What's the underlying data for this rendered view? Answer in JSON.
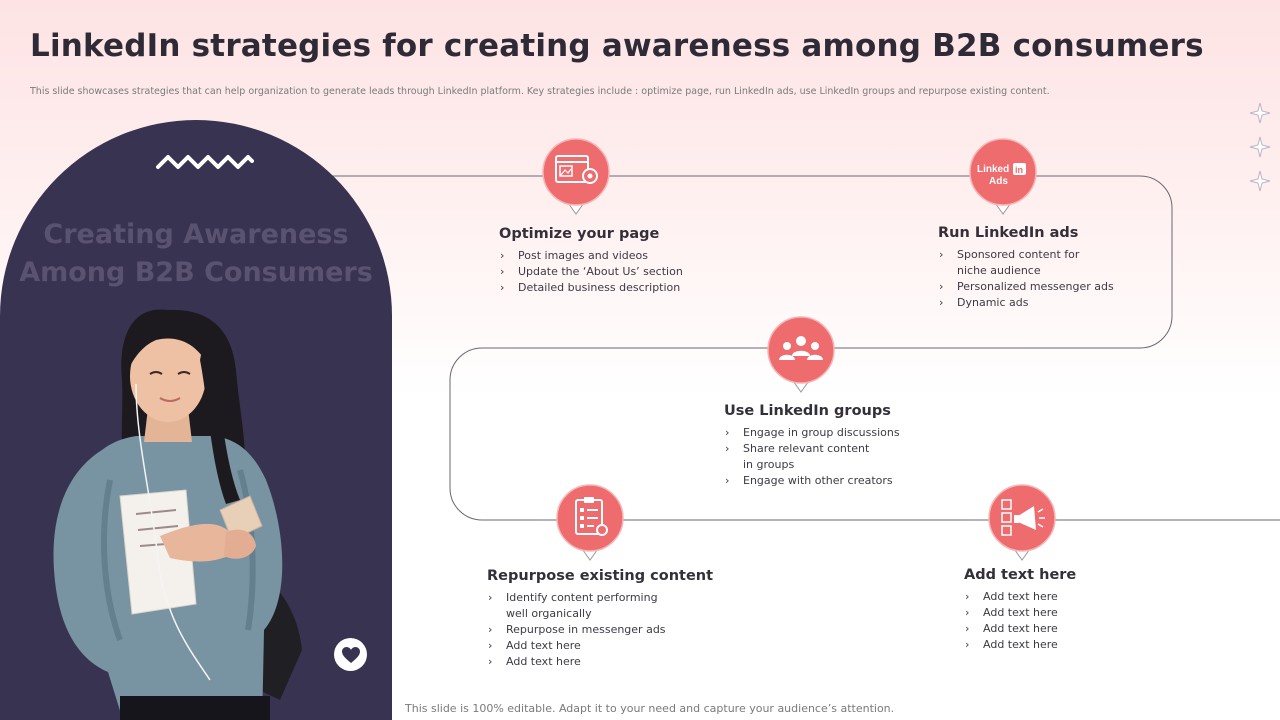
{
  "slide": {
    "title": "LinkedIn strategies for creating awareness among B2B consumers",
    "subtitle": "This slide showcases strategies that can help organization to generate leads through LinkedIn platform. Key strategies include : optimize page, run LinkedIn ads, use LinkedIn groups and repurpose existing content.",
    "footer_note": "This slide is 100% editable. Adapt it to your need and capture your audience’s attention."
  },
  "left_panel": {
    "heading_line1": "Creating Awareness",
    "heading_line2": "Among B2B Consumers"
  },
  "icons": {
    "linkedin_ads_text_1": "Linked",
    "linkedin_ads_in": "in",
    "linkedin_ads_text_2": "Ads"
  },
  "strategies": [
    {
      "title": "Optimize your page",
      "items": [
        "Post images and videos",
        "Update the ‘About Us’ section",
        "Detailed business description"
      ]
    },
    {
      "title": "Run LinkedIn ads",
      "items": [
        "Sponsored content for\nniche audience",
        "Personalized messenger ads",
        "Dynamic ads"
      ]
    },
    {
      "title": "Use LinkedIn groups",
      "items": [
        "Engage in group discussions",
        "Share relevant content\nin groups",
        "Engage with other creators"
      ]
    },
    {
      "title": "Repurpose existing content",
      "items": [
        "Identify content performing\nwell organically",
        "Repurpose in messenger ads",
        "Add text here",
        "Add text here"
      ]
    },
    {
      "title": "Add text here",
      "items": [
        "Add text here",
        "Add text here",
        "Add text here",
        "Add text here"
      ]
    }
  ],
  "colors": {
    "accent": "#ee6b6e",
    "panel": "#393352",
    "title": "#2e2a36"
  }
}
